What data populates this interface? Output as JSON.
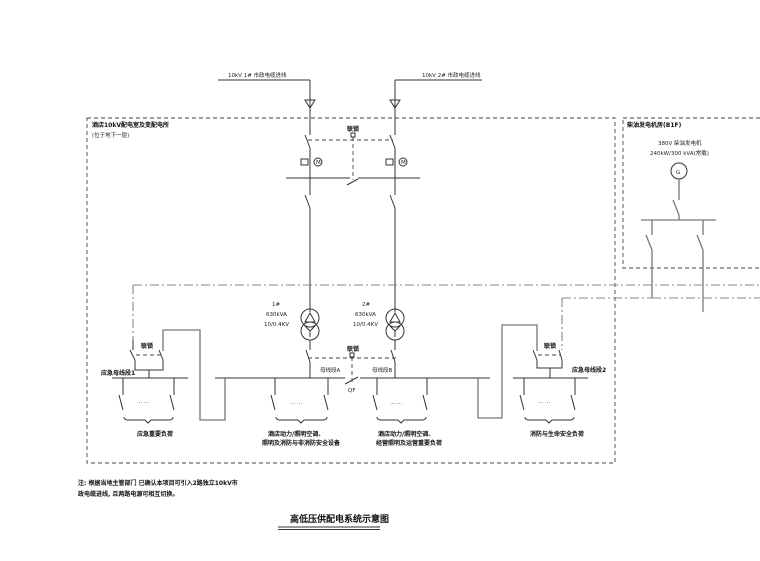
{
  "diagram": {
    "title": "高低压供配电系统示意图",
    "incoming": {
      "line1": "10kV 1# 市政电缆进线",
      "line2": "10kV 2# 市政电缆进线"
    },
    "substation_box": {
      "title": "酒店10kV配电室及变配电所",
      "subtitle": "(位于地下一层)"
    },
    "hv_section": {
      "interlock_label": "联锁",
      "meter_label": "M"
    },
    "generator_box": {
      "title": "柴油发电机房(B1F)",
      "voltage": "380V 柴油发电机",
      "rating": "240kW/300 kVA(常载)",
      "symbol": "G"
    },
    "transformers": [
      {
        "name": "1#",
        "capacity": "630kVA",
        "ratio": "10/0.4KV"
      },
      {
        "name": "2#",
        "capacity": "630kVA",
        "ratio": "10/0.4KV"
      }
    ],
    "lv_section": {
      "bus_a": "母线段A",
      "bus_b": "母线段B",
      "tie_label": "QF",
      "tie_interlock": "联锁",
      "ellipsis": "... ...",
      "load_a": [
        "酒店动力/照明空调、",
        "照明及消防与非消防安全设备"
      ],
      "load_b": [
        "酒店动力/照明空调、",
        "经营照明及运营重要负荷"
      ]
    },
    "emergency_buses": [
      {
        "name": "应急母线段1",
        "interlock": "联锁",
        "load": "应急重要负荷"
      },
      {
        "name": "应急母线段2",
        "interlock": "联锁",
        "load": "消防与生命安全负荷"
      }
    ],
    "note": [
      "注: 根据当地主管部门 已确认本项目可引入2路独立10kV市",
      "政电缆进线, 且两路电源可相互切换。"
    ]
  }
}
